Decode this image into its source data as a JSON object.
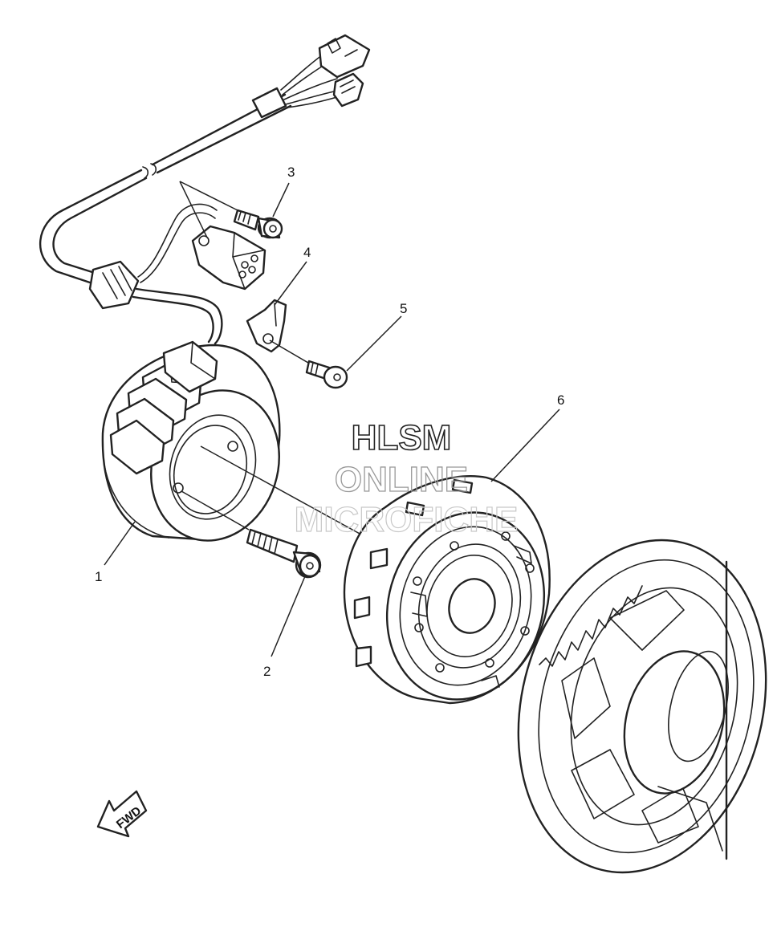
{
  "diagram": {
    "callouts": [
      {
        "number": "1"
      },
      {
        "number": "2"
      },
      {
        "number": "3"
      },
      {
        "number": "4"
      },
      {
        "number": "5"
      },
      {
        "number": "6"
      }
    ],
    "watermark": {
      "line1": "HLSM",
      "line2": "ONLINE",
      "line3": "MICROFICHE"
    },
    "direction_arrow": {
      "label": "FWD",
      "icon": "fwd-arrow-icon"
    }
  }
}
